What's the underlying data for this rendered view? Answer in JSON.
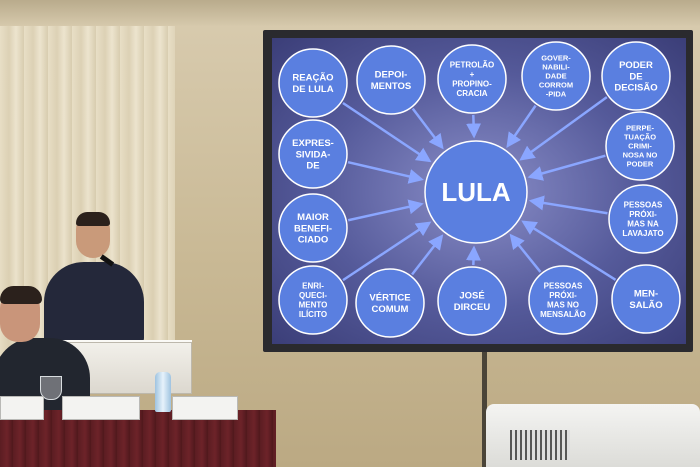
{
  "slide": {
    "center_label": "LULA",
    "bubbles": [
      [
        "REAÇÃO",
        "DE LULA"
      ],
      [
        "DEPOI-",
        "MENTOS"
      ],
      [
        "PETROLÃO",
        "+",
        "PROPINO-",
        "CRACIA"
      ],
      [
        "GOVER-",
        "NABILI-",
        "DADE",
        "CORROM",
        "-PIDA"
      ],
      [
        "PODER",
        "DE",
        "DECISÃO"
      ],
      [
        "EXPRES-",
        "SIVIDA-",
        "DE"
      ],
      [
        "PERPE-",
        "TUAÇÃO",
        "CRIMI-",
        "NOSA NO",
        "PODER"
      ],
      [
        "MAIOR",
        "BENEFI-",
        "CIADO"
      ],
      [
        "PESSOAS",
        "PRÓXI-",
        "MAS NA",
        "LAVAJATO"
      ],
      [
        "ENRI-",
        "QUECI-",
        "MENTO",
        "ILÍCITO"
      ],
      [
        "VÉRTICE",
        "COMUM"
      ],
      [
        "JOSÉ",
        "DIRCEU"
      ],
      [
        "PESSOAS",
        "PRÓXI-",
        "MAS NO",
        "MENSALÃO"
      ],
      [
        "MEN-",
        "SALÃO"
      ]
    ]
  },
  "colors": {
    "bubble_fill": "#5a7fe0",
    "bubble_stroke": "#ffffff",
    "arrow": "#8aa6ff",
    "slide_bg": "#555a9a"
  }
}
